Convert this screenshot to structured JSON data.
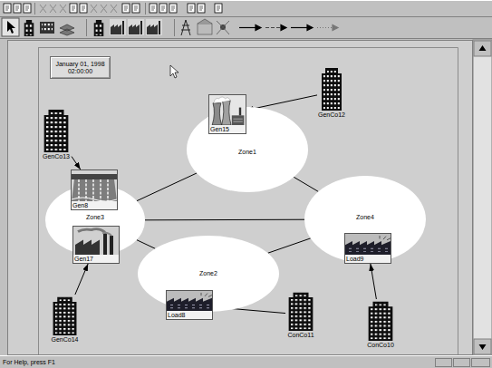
{
  "diagram": {
    "nodes": [
      {
        "text": [
          "January 01, 1998",
          "02:00:00"
        ]
      },
      {
        "text": [
          "GenCo12"
        ]
      },
      {
        "text": [
          "Zone1"
        ]
      },
      {
        "text": [
          "Gen15"
        ],
        "in": 2
      },
      {
        "text": [
          "GenCo13"
        ]
      },
      {
        "text": [
          "Zone3"
        ]
      },
      {
        "text": [
          "Gen8"
        ],
        "in": 5
      },
      {
        "text": [
          "Gen17"
        ],
        "in": 5
      },
      {
        "text": [
          "Zone4"
        ]
      },
      {
        "text": [
          "Load9"
        ],
        "in": 8
      },
      {
        "text": [
          "Zone2"
        ]
      },
      {
        "text": [
          "Load8"
        ],
        "in": 10
      },
      {
        "text": [
          "GenCo14"
        ]
      },
      {
        "text": [
          "ConCo11"
        ]
      },
      {
        "text": [
          "ConCo10"
        ]
      }
    ],
    "edges": [
      {
        "from": 1,
        "to": 3,
        "arrow": "to"
      },
      {
        "from": 4,
        "to": 6,
        "arrow": "to"
      },
      {
        "from": 12,
        "to": 7,
        "arrow": "to"
      },
      {
        "from": 13,
        "to": 11,
        "arrow": "to"
      },
      {
        "from": 14,
        "to": 9,
        "arrow": "to"
      },
      {
        "from": 2,
        "to": 5,
        "arrow": "none"
      },
      {
        "from": 2,
        "to": 8,
        "arrow": "none"
      },
      {
        "from": 5,
        "to": 8,
        "arrow": "none"
      },
      {
        "from": 5,
        "to": 10,
        "arrow": "none"
      },
      {
        "from": 10,
        "to": 8,
        "arrow": "none"
      }
    ],
    "labels": [
      "For Help, press F1"
    ]
  }
}
